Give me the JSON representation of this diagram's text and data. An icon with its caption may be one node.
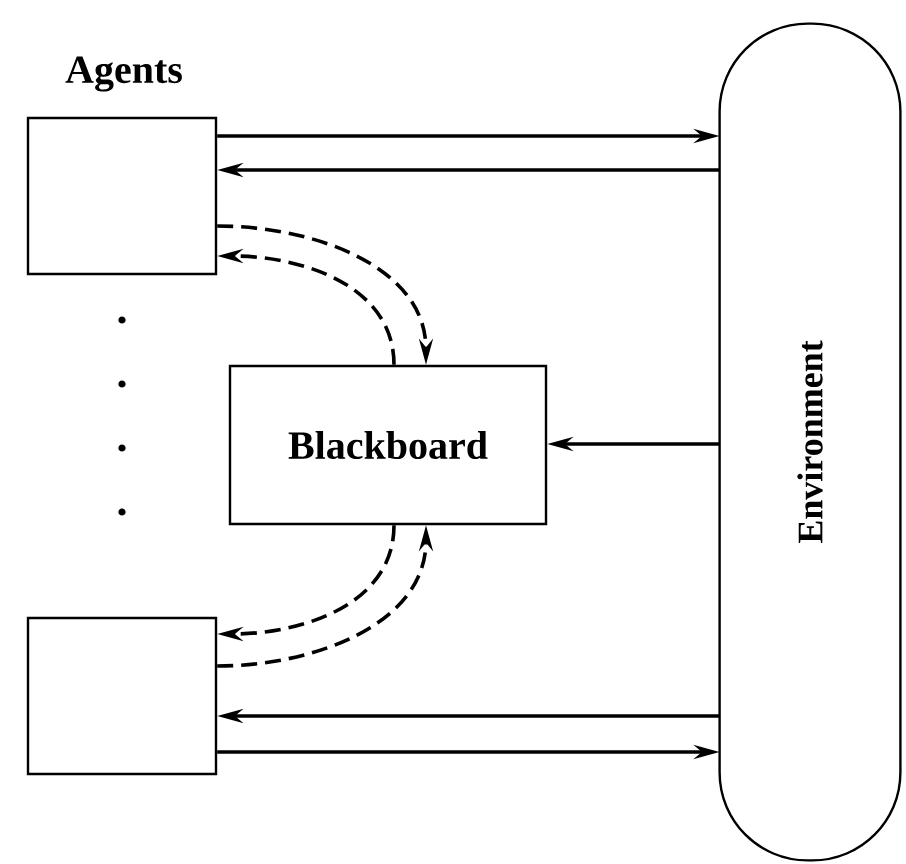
{
  "diagram": {
    "nodes": [
      {
        "text": [],
        "shape": "box"
      },
      {
        "text": [
          "Blackboard"
        ]
      },
      {
        "text": [],
        "shape": "box"
      },
      {
        "text": [
          "Environment"
        ]
      }
    ],
    "edges": [
      {
        "from": 0,
        "to": 3,
        "arrow": "to"
      },
      {
        "from": 3,
        "to": 0,
        "arrow": "to"
      },
      {
        "from": 0,
        "to": 1,
        "arrow": "to",
        "style": "dashed"
      },
      {
        "from": 1,
        "to": 0,
        "arrow": "to",
        "style": "dashed"
      },
      {
        "from": 3,
        "to": 1,
        "arrow": "to"
      },
      {
        "from": 1,
        "to": 2,
        "arrow": "to",
        "style": "dashed"
      },
      {
        "from": 2,
        "to": 1,
        "arrow": "to",
        "style": "dashed"
      },
      {
        "from": 3,
        "to": 2,
        "arrow": "to"
      },
      {
        "from": 2,
        "to": 3,
        "arrow": "to"
      }
    ],
    "labels": [
      "Agents"
    ]
  }
}
